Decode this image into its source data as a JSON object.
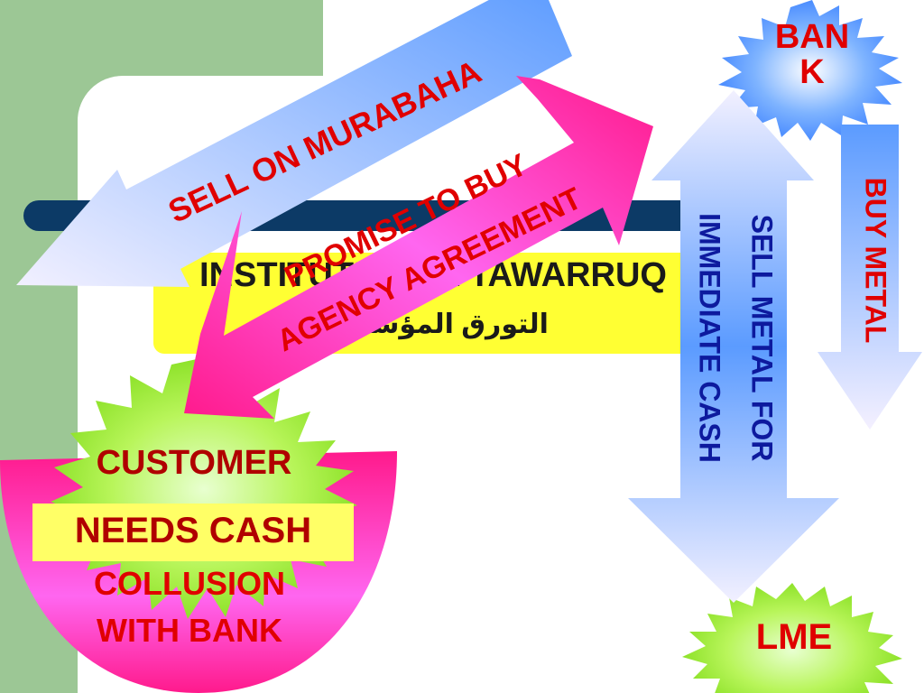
{
  "slide": {
    "title_en": "INSTITUTIONAL TAWARRUQ",
    "title_ar": "التورق المؤسسي"
  },
  "nodes": {
    "bank_label": "BANK",
    "lme_label": "LME",
    "customer_label": "CUSTOMER",
    "needs_cash_label": "NEEDS CASH",
    "collusion_line1": "COLLUSION",
    "collusion_line2": "WITH BANK"
  },
  "arrows": {
    "sell_on_murabaha": "SELL ON MURABAHA",
    "promise_line1": "PROMISE TO BUY",
    "promise_line2": "AGENCY AGREEMENT",
    "sell_metal_line1": "SELL METAL FOR",
    "sell_metal_line2": "IMMEDIATE CASH",
    "buy_metal": "BUY METAL"
  },
  "colors": {
    "sidebar_green": "#9cc795",
    "title_bar_navy": "#0c3a66",
    "highlight_yellow": "#ffff33",
    "label_red": "#e00000",
    "starburst_green": "#a6f03c",
    "arrow_blue": "#5b9bff",
    "arrow_magenta": "#ff1a8c"
  }
}
